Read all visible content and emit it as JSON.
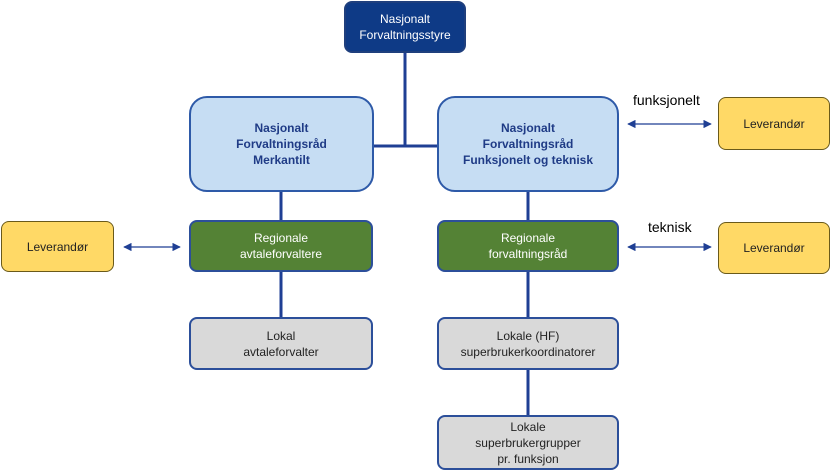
{
  "nodes": {
    "top": {
      "lines": [
        "Nasjonalt",
        "Forvaltningsstyre"
      ]
    },
    "merkantilt": {
      "lines": [
        "Nasjonalt",
        "Forvaltningsråd",
        "Merkantilt"
      ]
    },
    "funksjonelt": {
      "lines": [
        "Nasjonalt",
        "Forvaltningsråd",
        "Funksjonelt og teknisk"
      ]
    },
    "regionale_avtale": {
      "lines": [
        "Regionale",
        "avtaleforvaltere"
      ]
    },
    "regionale_forvaltning": {
      "lines": [
        "Regionale",
        "forvaltningsråd"
      ]
    },
    "lokal_avtale": {
      "lines": [
        "Lokal",
        "avtaleforvalter"
      ]
    },
    "lokale_hf": {
      "lines": [
        "Lokale (HF)",
        "superbrukerkoordinatorer"
      ]
    },
    "lokale_grupper": {
      "lines": [
        "Lokale",
        "superbrukergrupper",
        "pr. funksjon"
      ]
    },
    "leverandor_left": {
      "label": "Leverandør"
    },
    "leverandor_right_top": {
      "label": "Leverandør"
    },
    "leverandor_right_bottom": {
      "label": "Leverandør"
    }
  },
  "edge_labels": {
    "funksjonelt": "funksjonelt",
    "teknisk": "teknisk"
  },
  "colors": {
    "dark_blue": "#0e3a86",
    "light_blue": "#c6ddf3",
    "green": "#548235",
    "grey": "#d9d9d9",
    "yellow": "#ffd966",
    "connector": "#1f3f94"
  }
}
